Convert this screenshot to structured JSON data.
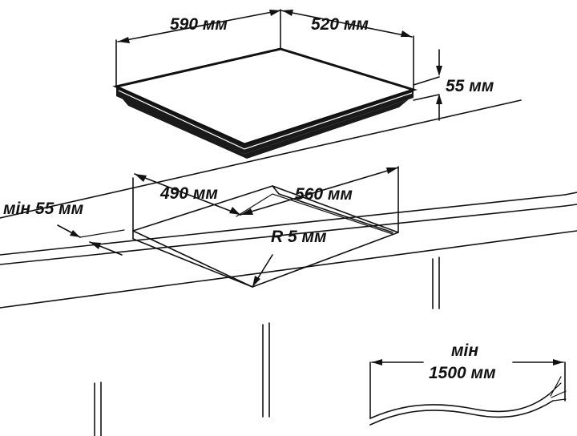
{
  "labels": {
    "hob_width": "590 мм",
    "hob_depth": "520 мм",
    "hob_height": "55 мм",
    "cutout_width": "560 мм",
    "cutout_depth": "490 мм",
    "corner_radius": "R 5 мм",
    "min_edge_distance": "мін 55 мм",
    "cable_min": "мін",
    "cable_length": "1500 мм"
  },
  "colors": {
    "line": "#111111",
    "hob_dark": "#1a1a1a",
    "hob_top": "#ffffff",
    "background": "#ffffff"
  }
}
